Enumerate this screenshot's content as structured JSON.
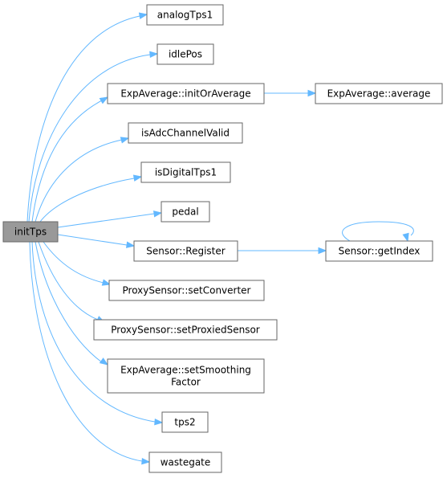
{
  "graph": {
    "colors": {
      "edge": "#63b8ff",
      "node_border": "#666666",
      "node_fill": "#ffffff",
      "root_fill": "#999999",
      "text": "#000000"
    },
    "root": "initTps",
    "nodes": {
      "initTps": [
        "initTps"
      ],
      "analogTps1": [
        "analogTps1"
      ],
      "idlePos": [
        "idlePos"
      ],
      "initOrAverage": [
        "ExpAverage::initOrAverage"
      ],
      "average": [
        "ExpAverage::average"
      ],
      "isAdcChannelValid": [
        "isAdcChannelValid"
      ],
      "isDigitalTps1": [
        "isDigitalTps1"
      ],
      "pedal": [
        "pedal"
      ],
      "register": [
        "Sensor::Register"
      ],
      "getIndex": [
        "Sensor::getIndex"
      ],
      "setConverter": [
        "ProxySensor::setConverter"
      ],
      "setProxiedSensor": [
        "ProxySensor::setProxiedSensor"
      ],
      "setSmoothingFactor": [
        "ExpAverage::setSmoothing",
        "Factor"
      ],
      "tps2": [
        "tps2"
      ],
      "wastegate": [
        "wastegate"
      ]
    },
    "edges": [
      [
        "initTps",
        "analogTps1"
      ],
      [
        "initTps",
        "idlePos"
      ],
      [
        "initTps",
        "initOrAverage"
      ],
      [
        "initOrAverage",
        "average"
      ],
      [
        "initTps",
        "isAdcChannelValid"
      ],
      [
        "initTps",
        "isDigitalTps1"
      ],
      [
        "initTps",
        "pedal"
      ],
      [
        "initTps",
        "register"
      ],
      [
        "register",
        "getIndex"
      ],
      [
        "getIndex",
        "getIndex"
      ],
      [
        "initTps",
        "setConverter"
      ],
      [
        "initTps",
        "setProxiedSensor"
      ],
      [
        "initTps",
        "setSmoothingFactor"
      ],
      [
        "initTps",
        "tps2"
      ],
      [
        "initTps",
        "wastegate"
      ]
    ]
  }
}
